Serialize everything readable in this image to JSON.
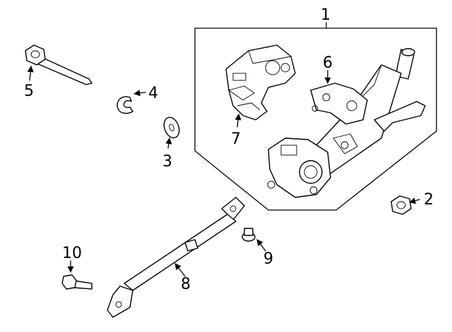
{
  "callouts": {
    "c1": "1",
    "c2": "2",
    "c3": "3",
    "c4": "4",
    "c5": "5",
    "c6": "6",
    "c7": "7",
    "c8": "8",
    "c9": "9",
    "c10": "10"
  },
  "colors": {
    "ink": "#000000",
    "paper": "#ffffff"
  }
}
